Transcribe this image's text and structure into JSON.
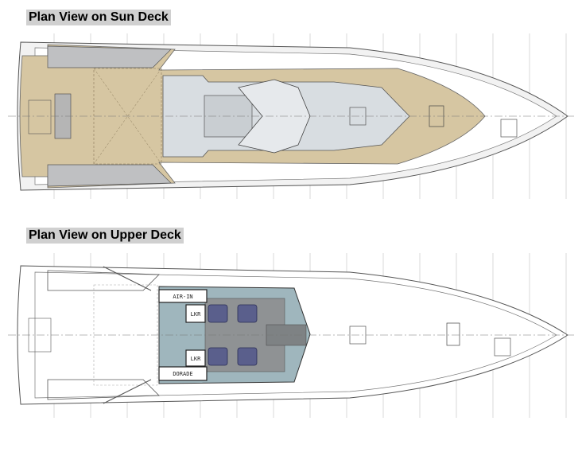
{
  "sun_deck": {
    "title": "Plan View on Sun Deck"
  },
  "upper_deck": {
    "title": "Plan View on Upper Deck",
    "labels": {
      "air_in": "AIR-IN",
      "lkr_top": "LKR",
      "lkr_bottom": "LKR",
      "dorade": "DORADE"
    }
  },
  "colors": {
    "deck": "#d6c6a2",
    "cockpit": "#d8dde1",
    "helm": "#9fb6bd",
    "seats": "#5a5f8c"
  }
}
